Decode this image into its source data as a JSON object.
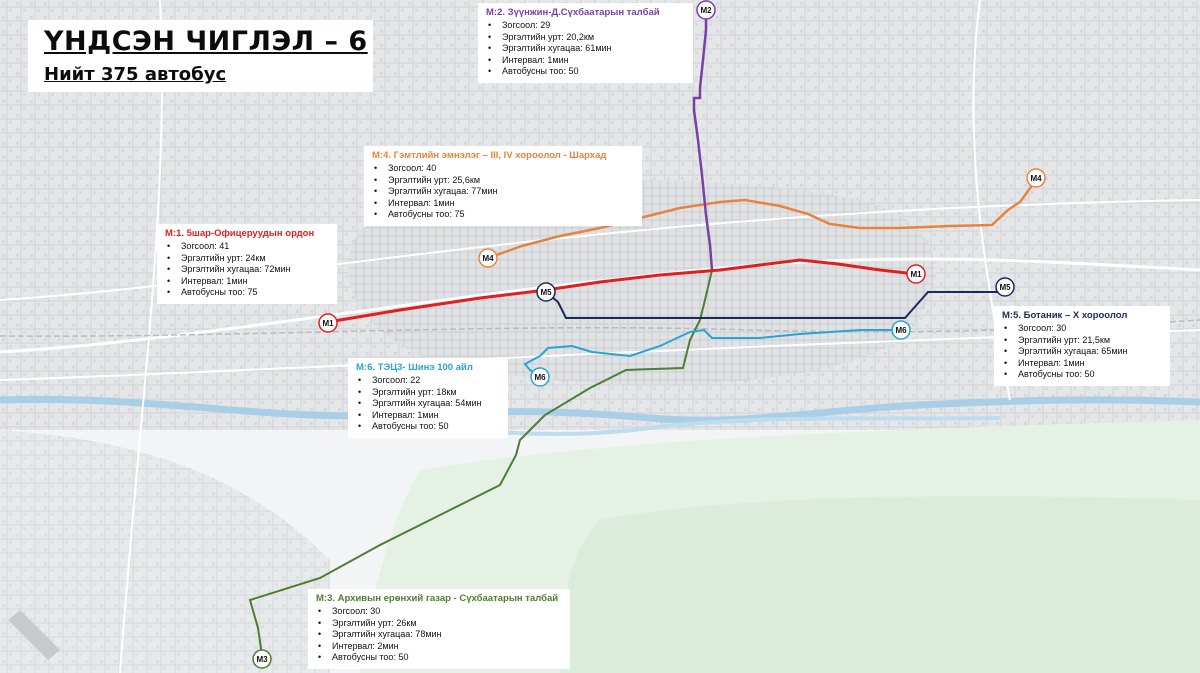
{
  "title": {
    "main": "ҮНДСЭН ЧИГЛЭЛ – 6",
    "sub": "Нийт 375 автобус"
  },
  "routes": {
    "m1": {
      "name": "М:1. 5шар-Офицеруудын ордон",
      "color": "#e0201e",
      "label": "M1",
      "stats": [
        "Зогсоол: 41",
        "Эргэлтийн урт: 24км",
        "Эргэлтийн хугацаа: 72мин",
        "Интервал: 1мин",
        "Автобусны тоо: 75"
      ]
    },
    "m2": {
      "name": "М:2. Зүүнжин-Д.Сүхбаатарын талбай",
      "color": "#7a3ea8",
      "label": "M2",
      "stats": [
        "Зогсоол: 29",
        "Эргэлтийн урт: 20,2км",
        "Эргэлтийн хугацаа: 61мин",
        "Интервал: 1мин",
        "Автобусны тоо: 50"
      ]
    },
    "m3": {
      "name": "М:3. Архивын ерөнхий газар - Сүхбаатарын талбай",
      "color": "#4e7d33",
      "label": "M3",
      "stats": [
        "Зогсоол: 30",
        "Эргэлтийн урт: 26км",
        "Эргэлтийн хугацаа: 78мин",
        "Интервал: 2мин",
        "Автобусны тоо: 50"
      ]
    },
    "m4": {
      "name": "М:4. Гэмтлийн эмнэлэг – III, IV хороолол - Шархад",
      "color": "#e8833f",
      "label": "M4",
      "stats": [
        "Зогсоол: 40",
        "Эргэлтийн урт: 25,6км",
        "Эргэлтийн хугацаа: 77мин",
        "Интервал: 1мин",
        "Автобусны тоо: 75"
      ]
    },
    "m5": {
      "name": "М:5. Ботаник – X хороолол",
      "color": "#1b2a5a",
      "label": "M5",
      "stats": [
        "Зогсоол: 30",
        "Эргэлтийн урт: 21,5км",
        "Эргэлтийн хугацаа: 65мин",
        "Интервал: 1мин",
        "Автобусны тоо: 50"
      ]
    },
    "m6": {
      "name": "М:6. ТЭЦ3- Шинэ 100 айл",
      "color": "#2aa3d6",
      "label": "M6",
      "stats": [
        "Зогсоол: 22",
        "Эргэлтийн урт: 18км",
        "Эргэлтийн хугацаа: 54мин",
        "Интервал: 1мин",
        "Автобусны тоо: 50"
      ]
    }
  }
}
